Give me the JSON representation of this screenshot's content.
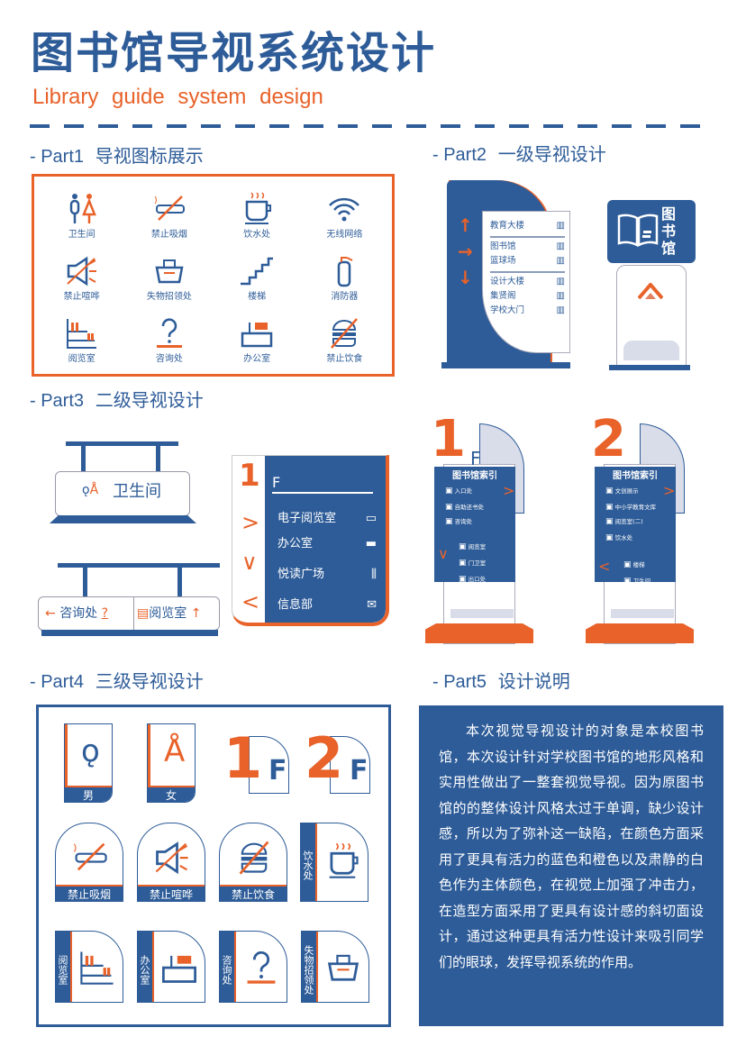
{
  "header": {
    "title": "图书馆导视系统设计",
    "subtitle": "Library  guide  system design"
  },
  "part1": {
    "label": "- Part1",
    "title": "导视图标展示",
    "icons": [
      {
        "name": "restroom-icon",
        "label": "卫生间"
      },
      {
        "name": "no-smoking-icon",
        "label": "禁止吸烟"
      },
      {
        "name": "water-cup-icon",
        "label": "饮水处"
      },
      {
        "name": "wifi-icon",
        "label": "无线网络"
      },
      {
        "name": "no-noise-icon",
        "label": "禁止喧哗"
      },
      {
        "name": "lost-found-icon",
        "label": "失物招领处"
      },
      {
        "name": "stairs-icon",
        "label": "楼梯"
      },
      {
        "name": "fire-extinguisher-icon",
        "label": "消防器"
      },
      {
        "name": "bookshelf-icon",
        "label": "阅览室"
      },
      {
        "name": "question-icon",
        "label": "咨询处"
      },
      {
        "name": "office-desk-icon",
        "label": "办公室"
      },
      {
        "name": "no-food-icon",
        "label": "禁止饮食"
      }
    ]
  },
  "part2": {
    "label": "- Part2",
    "title": "一级导视设计",
    "sign_a": {
      "groups": [
        [
          "教育大楼"
        ],
        [
          "图书馆",
          "篮球场"
        ],
        [
          "设计大楼",
          "集贤阁",
          "学校大门"
        ]
      ]
    },
    "sign_b": {
      "text": "图书馆"
    }
  },
  "part3": {
    "label": "- Part3",
    "title": "二级导视设计",
    "hanging1": "卫生间",
    "hanging2_left": "咨询处",
    "hanging2_right": "阅览室",
    "wall": {
      "floor_num": "1",
      "floor_letter": "F",
      "items": [
        "电子阅览室",
        "办公室",
        "悦读广场",
        "信息部"
      ]
    },
    "floor1": {
      "num": "1",
      "letter": "F",
      "title": "图书馆索引",
      "items": [
        "入口处",
        "自助还书处",
        "咨询处",
        "阅览室",
        "门卫室",
        "出口处"
      ]
    },
    "floor2": {
      "num": "2",
      "title": "图书馆索引",
      "items": [
        "文创展示",
        "中小学教育文库",
        "阅览室(二)",
        "饮水处",
        "楼梯",
        "卫生间"
      ]
    }
  },
  "part4": {
    "label": "- Part4",
    "title": "三级导视设计",
    "row1": [
      "男",
      "女"
    ],
    "floors": [
      {
        "num": "1",
        "letter": "F"
      },
      {
        "num": "2",
        "letter": "F"
      }
    ],
    "row2": [
      "禁止吸烟",
      "禁止喧哗",
      "禁止饮食"
    ],
    "row2_vertical": "饮水处",
    "row3": [
      "阅览室",
      "办公室",
      "咨询处",
      "失物招领处"
    ]
  },
  "part5": {
    "label": "- Part5",
    "title": "设计说明",
    "text": "本次视觉导视设计的对象是本校图书馆，本次设计针对学校图书馆的地形风格和实用性做出了一整套视觉导视。因为原图书馆的的整体设计风格太过于单调，缺少设计感，所以为了弥补这一缺陷，在颜色方面采用了更具有活力的蓝色和橙色以及肃静的白色作为主体颜色，在视觉上加强了冲击力，在造型方面采用了更具有设计感的斜切面设计，通过这种更具有活力性设计来吸引同学们的眼球，发挥导视系统的作用。"
  },
  "colors": {
    "blue": "#2e5c98",
    "orange": "#e8622a",
    "light": "#d9dce9"
  }
}
